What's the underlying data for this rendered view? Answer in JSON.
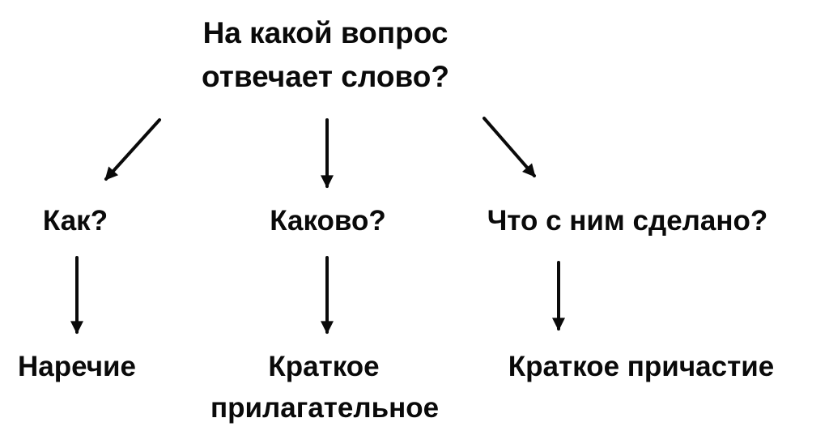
{
  "diagram": {
    "title": "На какой вопрос отвечает слово?",
    "branches": [
      {
        "question": "Как?",
        "answer": "Наречие"
      },
      {
        "question": "Каково?",
        "answer": "Краткое прилагательное"
      },
      {
        "question": "Что с ним сделано?",
        "answer": "Краткое причастие"
      }
    ],
    "colors": {
      "text": "#0a0a0a",
      "arrow": "#0a0a0a",
      "background": "#ffffff"
    }
  }
}
